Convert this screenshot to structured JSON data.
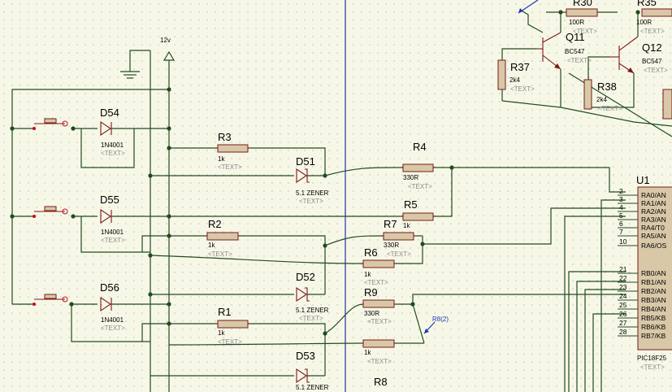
{
  "colors": {
    "background": "#f7f7e7",
    "grid_dot": "#9c9c8c",
    "wire": "#1f4d1f",
    "component": "#7a1a1a",
    "component_body": "#d8c8a8",
    "sheet_border": "#2233aa",
    "probe": "#1a3ab0"
  },
  "power": {
    "label": "12v"
  },
  "placeholder": "<TEXT>",
  "diodes": {
    "d54": {
      "ref": "D54",
      "value": "1N4001"
    },
    "d55": {
      "ref": "D55",
      "value": "1N4001"
    },
    "d56": {
      "ref": "D56",
      "value": "1N4001"
    },
    "d51": {
      "ref": "D51",
      "value": "5.1 ZENER"
    },
    "d52": {
      "ref": "D52",
      "value": "5.1 ZENER"
    },
    "d53": {
      "ref": "D53",
      "value": "5.1 ZENER"
    }
  },
  "resistors": {
    "r1": {
      "ref": "R1",
      "value": "1k"
    },
    "r2": {
      "ref": "R2",
      "value": "1k"
    },
    "r3": {
      "ref": "R3",
      "value": "1k"
    },
    "r4": {
      "ref": "R4",
      "value": "330R"
    },
    "r5": {
      "ref": "R5",
      "value": "1k"
    },
    "r6": {
      "ref": "R6",
      "value": "1k"
    },
    "r7": {
      "ref": "R7",
      "value": "330R"
    },
    "r8": {
      "ref": "R8",
      "value": "1k"
    },
    "r9": {
      "ref": "R9",
      "value": "330R"
    },
    "r30": {
      "ref": "R30",
      "value": "100R"
    },
    "r35": {
      "ref": "R35",
      "value": "100R"
    },
    "r37": {
      "ref": "R37",
      "value": "2k4"
    },
    "r38": {
      "ref": "R38",
      "value": "2k4"
    }
  },
  "transistors": {
    "q11": {
      "ref": "Q11",
      "value": "BC547"
    },
    "q12": {
      "ref": "Q12",
      "value": "BC547"
    }
  },
  "probes": {
    "r8_probe": "R8(2)"
  },
  "mcu": {
    "ref": "U1",
    "part": "PIC18F25",
    "pins": [
      {
        "num": "2",
        "name": "RA0/AN"
      },
      {
        "num": "3",
        "name": "RA1/AN"
      },
      {
        "num": "4",
        "name": "RA2/AN"
      },
      {
        "num": "5",
        "name": "RA3/AN"
      },
      {
        "num": "6",
        "name": "RA4/T0"
      },
      {
        "num": "7",
        "name": "RA5/AN"
      },
      {
        "num": "10",
        "name": "RA6/OS"
      },
      {
        "num": "21",
        "name": "RB0/AN"
      },
      {
        "num": "22",
        "name": "RB1/AN"
      },
      {
        "num": "23",
        "name": "RB2/AN"
      },
      {
        "num": "24",
        "name": "RB3/AN"
      },
      {
        "num": "25",
        "name": "RB4/AN"
      },
      {
        "num": "26",
        "name": "RB5/KB"
      },
      {
        "num": "27",
        "name": "RB6/KB"
      },
      {
        "num": "28",
        "name": "RB7/KB"
      }
    ]
  }
}
